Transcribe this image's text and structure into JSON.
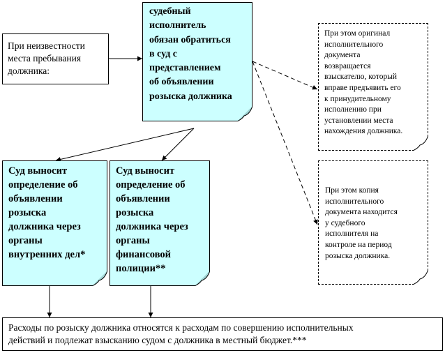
{
  "diagram": {
    "left_condition": "При неизвестности\nместа пребывания\nдолжника:",
    "center_obligation": "судебный\nисполнитель\nобязан обратиться\nв суд с\nпредставлением\nоб объявлении\nрозыска должника",
    "note_original": "При этом оригинал\nисполнительного\nдокумента\nвозвращается\nвзыскателю, который\nвправе предъявить его\nк принудительному\nисполнению при\nустановлении места\nнахождения должника.",
    "note_copy": "При этом копия\nисполнительного\nдокумента   находится\nу судебного\nисполнителя на\nконтроле на период\nрозыска должника.",
    "court_internal": "Суд выносит\nопределение об\nобъявлении\nрозыска\nдолжника через\nорганы\nвнутренних дел*",
    "court_fiscal": "Суд выносит\nопределение об\nобъявлении\nрозыска\nдолжника через\nорганы\nфинансовой\nполиции**",
    "expenses": "Расходы по розыску должника относятся к расходам по совершению исполнительных\nдействий и подлежат взысканию судом с должника в местный бюджет.***"
  },
  "colors": {
    "note_fill": "#ccffff",
    "fold_fill": "#a0d4d4",
    "border": "#000000"
  }
}
